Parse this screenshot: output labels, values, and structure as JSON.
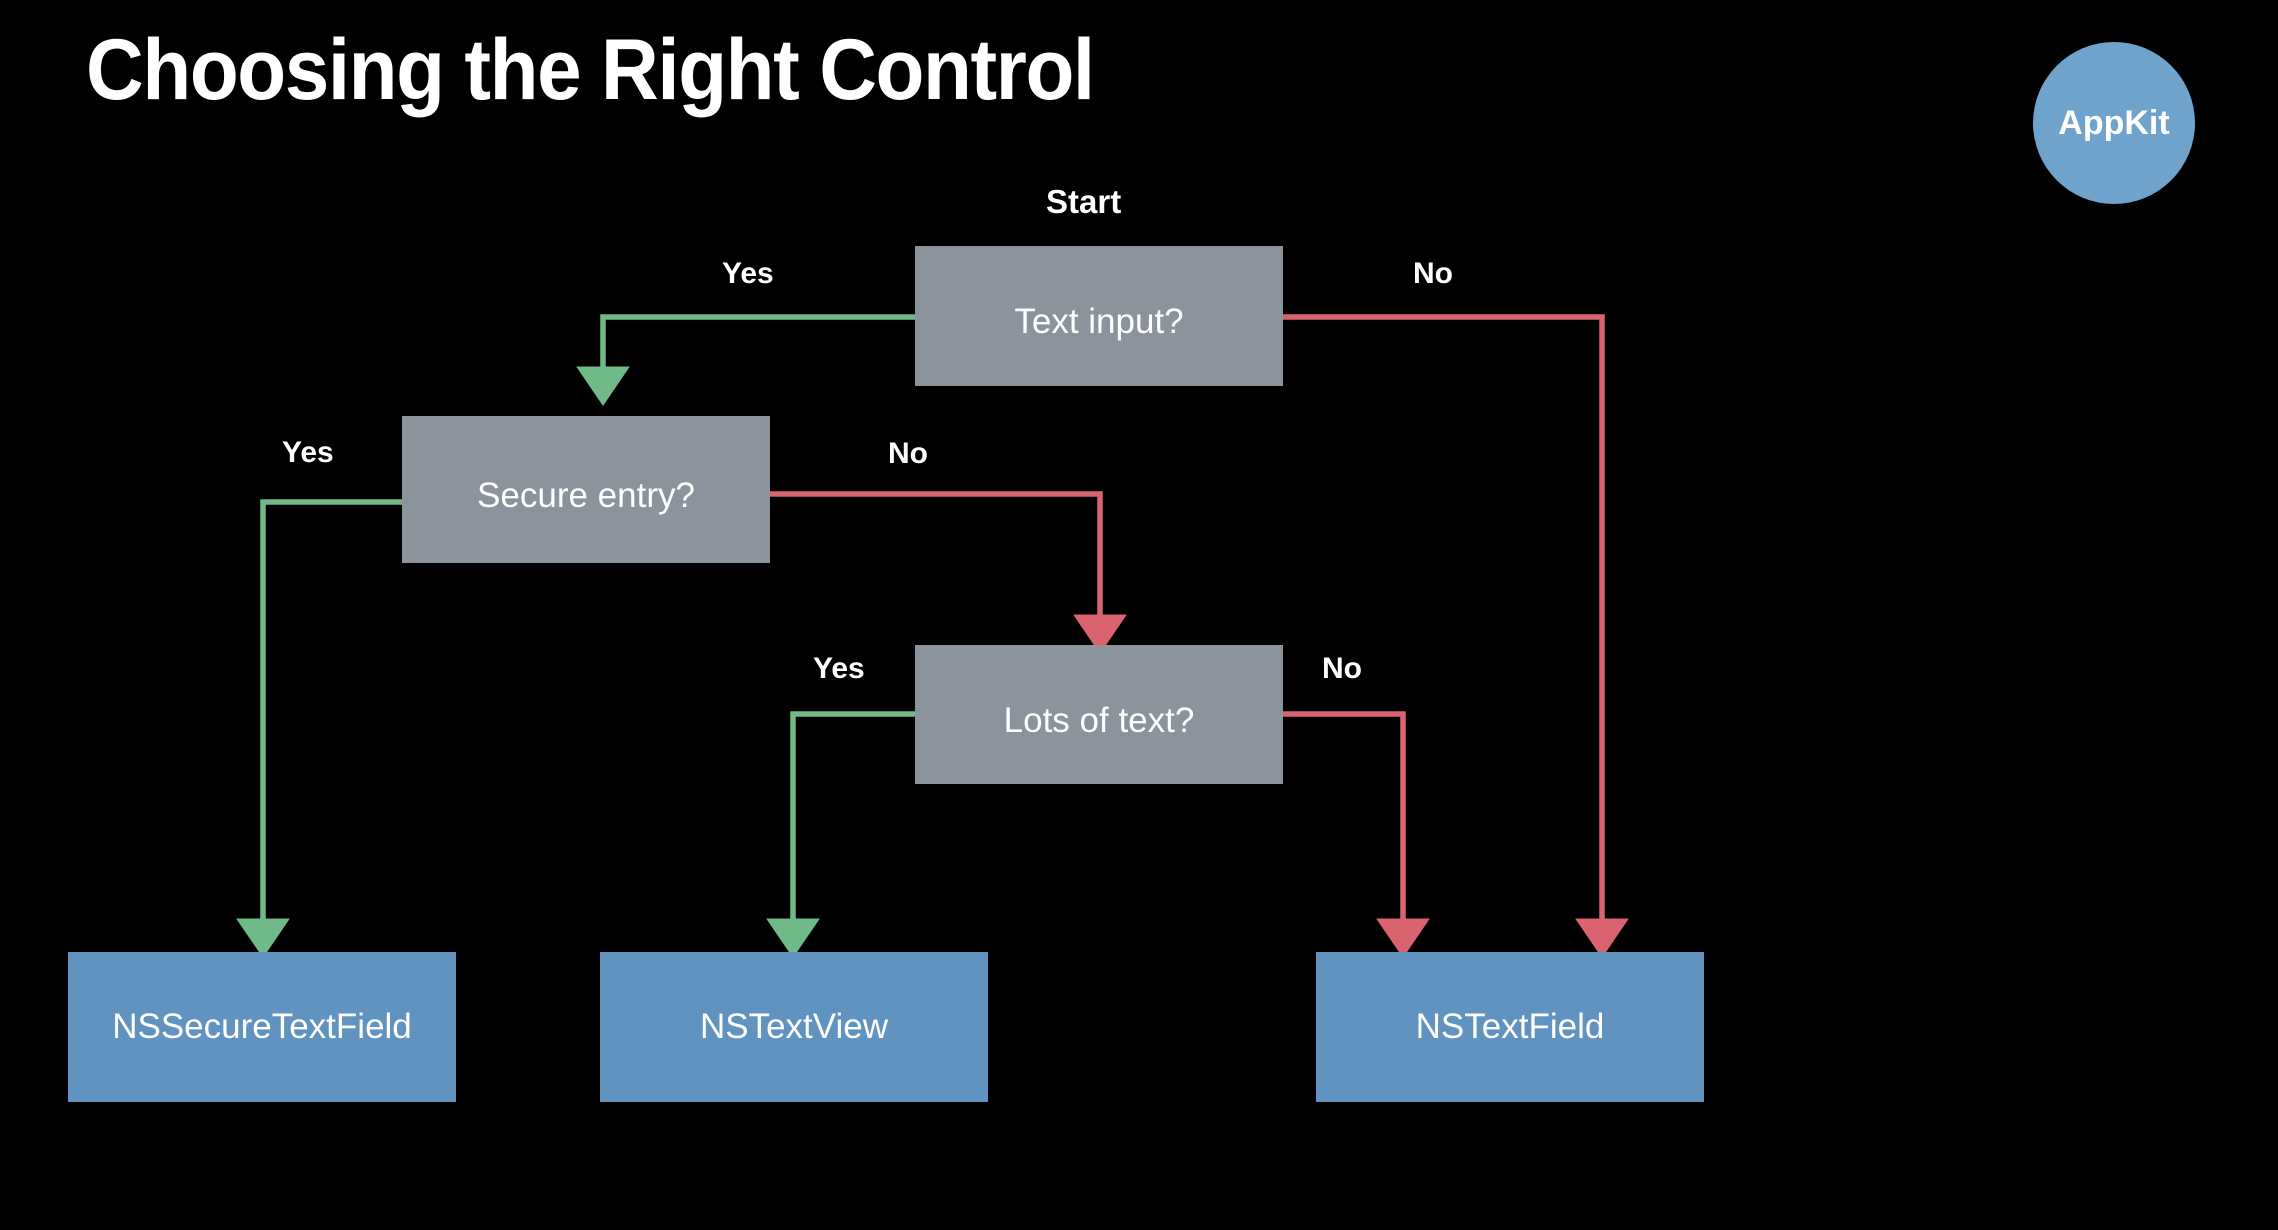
{
  "slide": {
    "title": "Choosing the Right Control",
    "background_color": "#000000",
    "badge": {
      "label": "AppKit",
      "color": "#6fa3cb",
      "text_color": "#ffffff"
    }
  },
  "flowchart": {
    "start_label": "Start",
    "colors": {
      "decision_fill": "#8b939d",
      "terminal_fill": "#6093bf",
      "yes_edge": "#6fba87",
      "no_edge": "#d9646f",
      "node_text": "#ffffff",
      "label_text": "#ffffff"
    },
    "nodes": [
      {
        "id": "text-input",
        "type": "decision",
        "label": "Text input?"
      },
      {
        "id": "secure-entry",
        "type": "decision",
        "label": "Secure entry?"
      },
      {
        "id": "lots-of-text",
        "type": "decision",
        "label": "Lots of text?"
      },
      {
        "id": "nssecuretextfield",
        "type": "terminal",
        "label": "NSSecureTextField"
      },
      {
        "id": "nstextview",
        "type": "terminal",
        "label": "NSTextView"
      },
      {
        "id": "nstextfield",
        "type": "terminal",
        "label": "NSTextField"
      }
    ],
    "edges": [
      {
        "id": "text-input-yes",
        "from": "text-input",
        "to": "secure-entry",
        "label": "Yes",
        "branch": "yes"
      },
      {
        "id": "text-input-no",
        "from": "text-input",
        "to": "nstextfield",
        "label": "No",
        "branch": "no"
      },
      {
        "id": "secure-entry-yes",
        "from": "secure-entry",
        "to": "nssecuretextfield",
        "label": "Yes",
        "branch": "yes"
      },
      {
        "id": "secure-entry-no",
        "from": "secure-entry",
        "to": "lots-of-text",
        "label": "No",
        "branch": "no"
      },
      {
        "id": "lots-of-text-yes",
        "from": "lots-of-text",
        "to": "nstextview",
        "label": "Yes",
        "branch": "yes"
      },
      {
        "id": "lots-of-text-no",
        "from": "lots-of-text",
        "to": "nstextfield",
        "label": "No",
        "branch": "no"
      }
    ]
  }
}
